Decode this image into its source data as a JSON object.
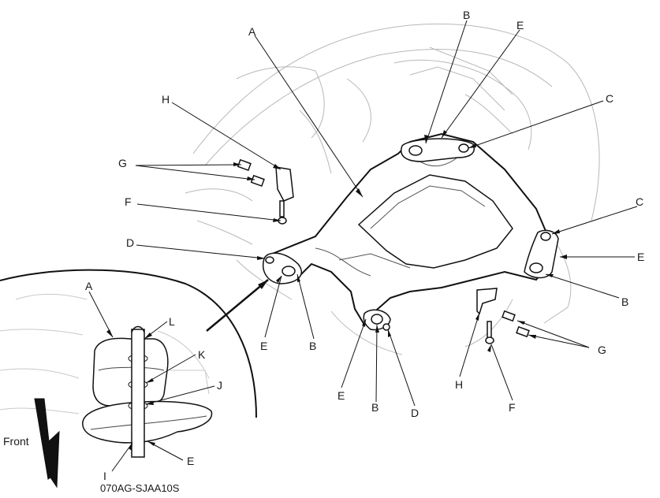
{
  "callouts": {
    "A1": "A",
    "B1": "B",
    "E1": "E",
    "C1": "C",
    "H1": "H",
    "G1": "G",
    "F1": "F",
    "C2": "C",
    "D1": "D",
    "E2": "E",
    "B2": "B",
    "E3": "E",
    "B3": "B",
    "H2": "H",
    "G2": "G",
    "F2": "F",
    "E4": "E",
    "B4": "B",
    "D2": "D",
    "A2": "A",
    "L": "L",
    "K": "K",
    "J": "J",
    "I": "I",
    "E5": "E"
  },
  "front_label": "Front",
  "figure_code": "070AG-SJAA10S"
}
